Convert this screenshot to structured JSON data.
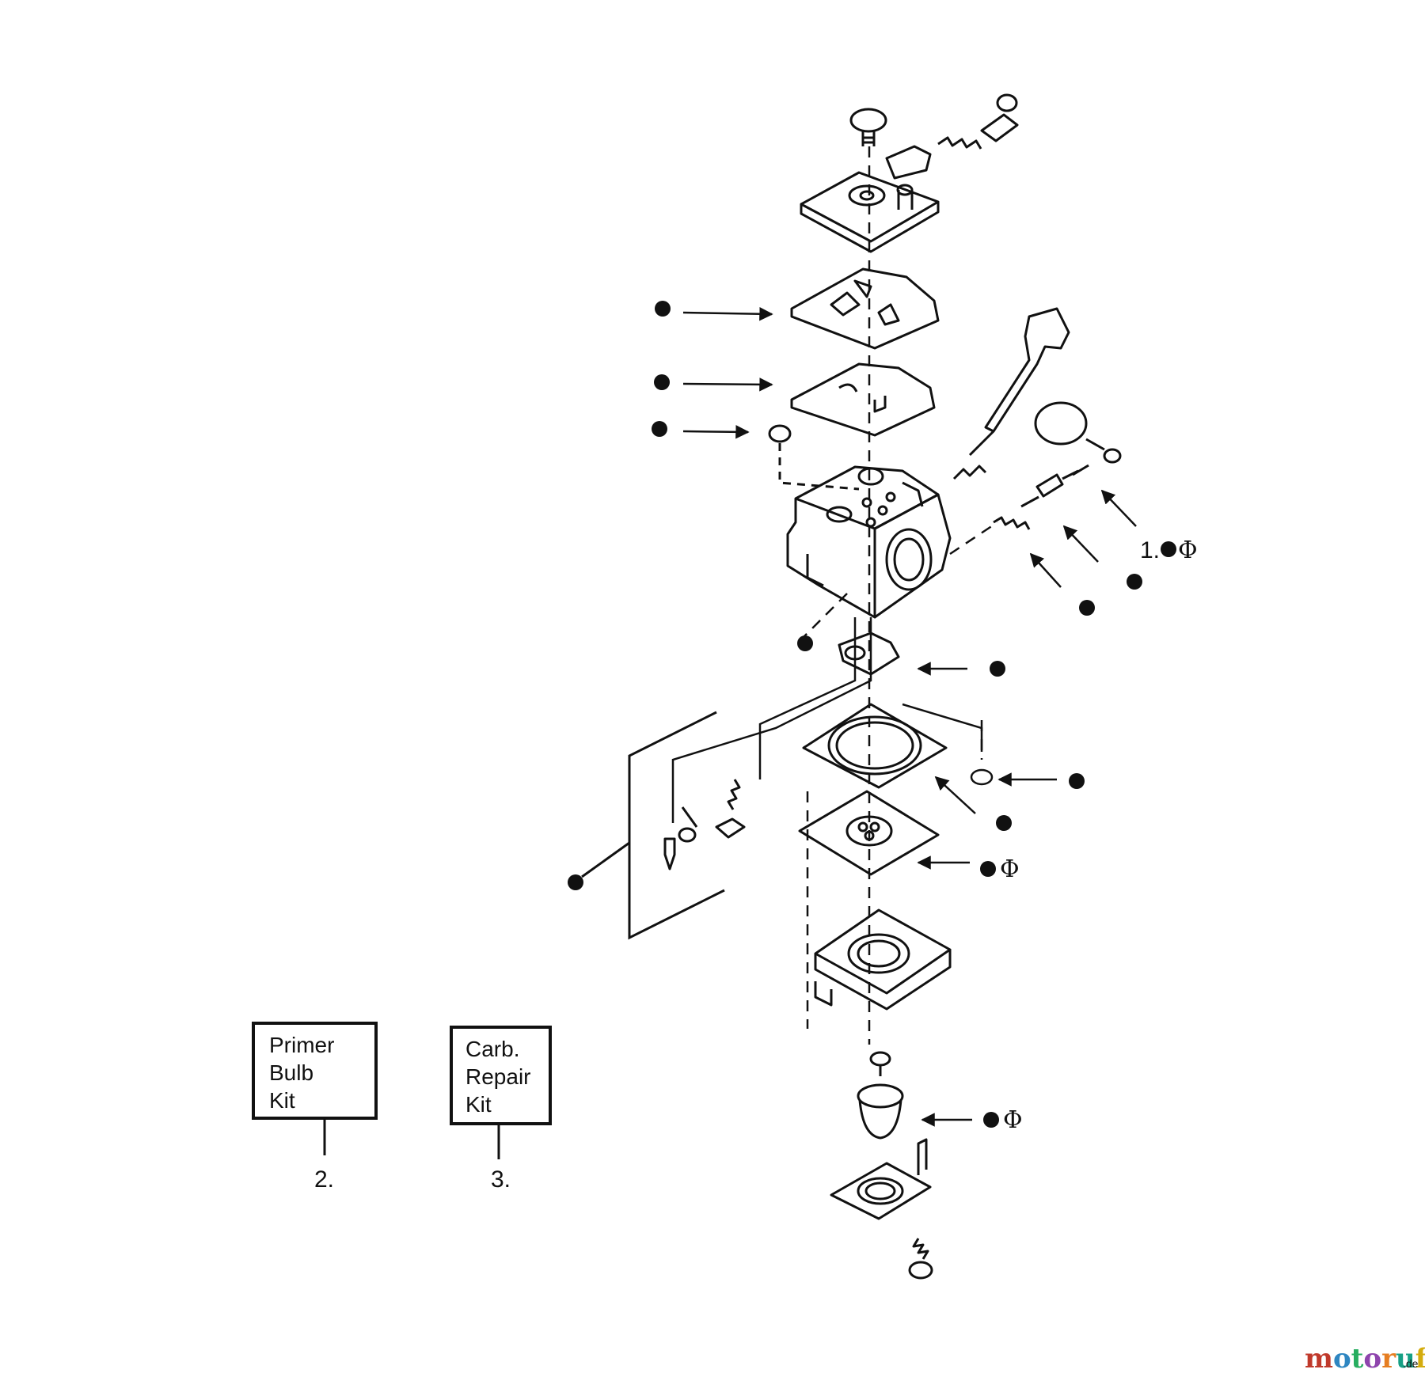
{
  "kits": [
    {
      "lines": [
        "Primer",
        "Bulb",
        "Kit"
      ],
      "ref": "2."
    },
    {
      "lines": [
        "Carb.",
        "Repair",
        "Kit"
      ],
      "ref": "3."
    }
  ],
  "callouts": {
    "c1": "1.",
    "phi": "Φ"
  },
  "watermark": {
    "text": "motoruf",
    "suffix": ".de",
    "colors": [
      "#c0392b",
      "#2e86c1",
      "#27ae60",
      "#8e44ad",
      "#e67e22",
      "#16a085",
      "#d4ac0d"
    ]
  }
}
